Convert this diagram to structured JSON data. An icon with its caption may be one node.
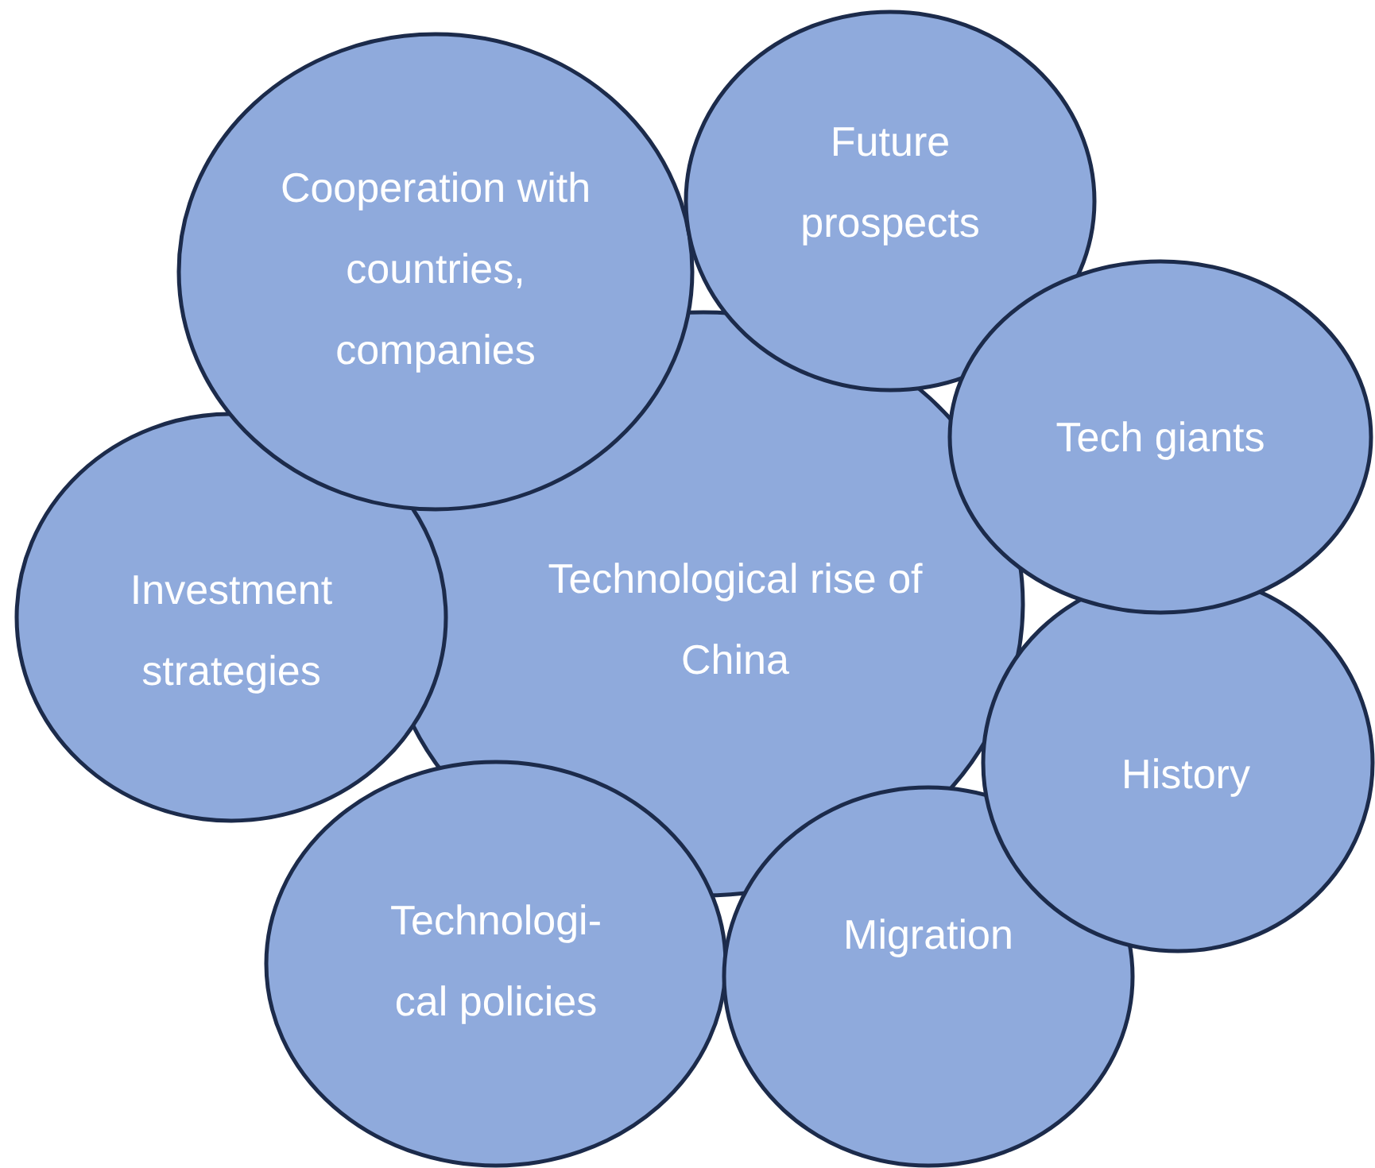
{
  "diagram": {
    "nodes": [
      {
        "text": [
          "Cooperation with countries, companies"
        ]
      },
      {
        "text": [
          "Future prospects"
        ]
      },
      {
        "text": [
          "Tech giants"
        ]
      },
      {
        "text": [
          "Investment strategies"
        ]
      },
      {
        "text": [
          "Technological rise of China"
        ]
      },
      {
        "text": [
          "History"
        ]
      },
      {
        "text": [
          "Technologi- cal policies"
        ]
      },
      {
        "text": [
          "Migration"
        ]
      }
    ]
  }
}
